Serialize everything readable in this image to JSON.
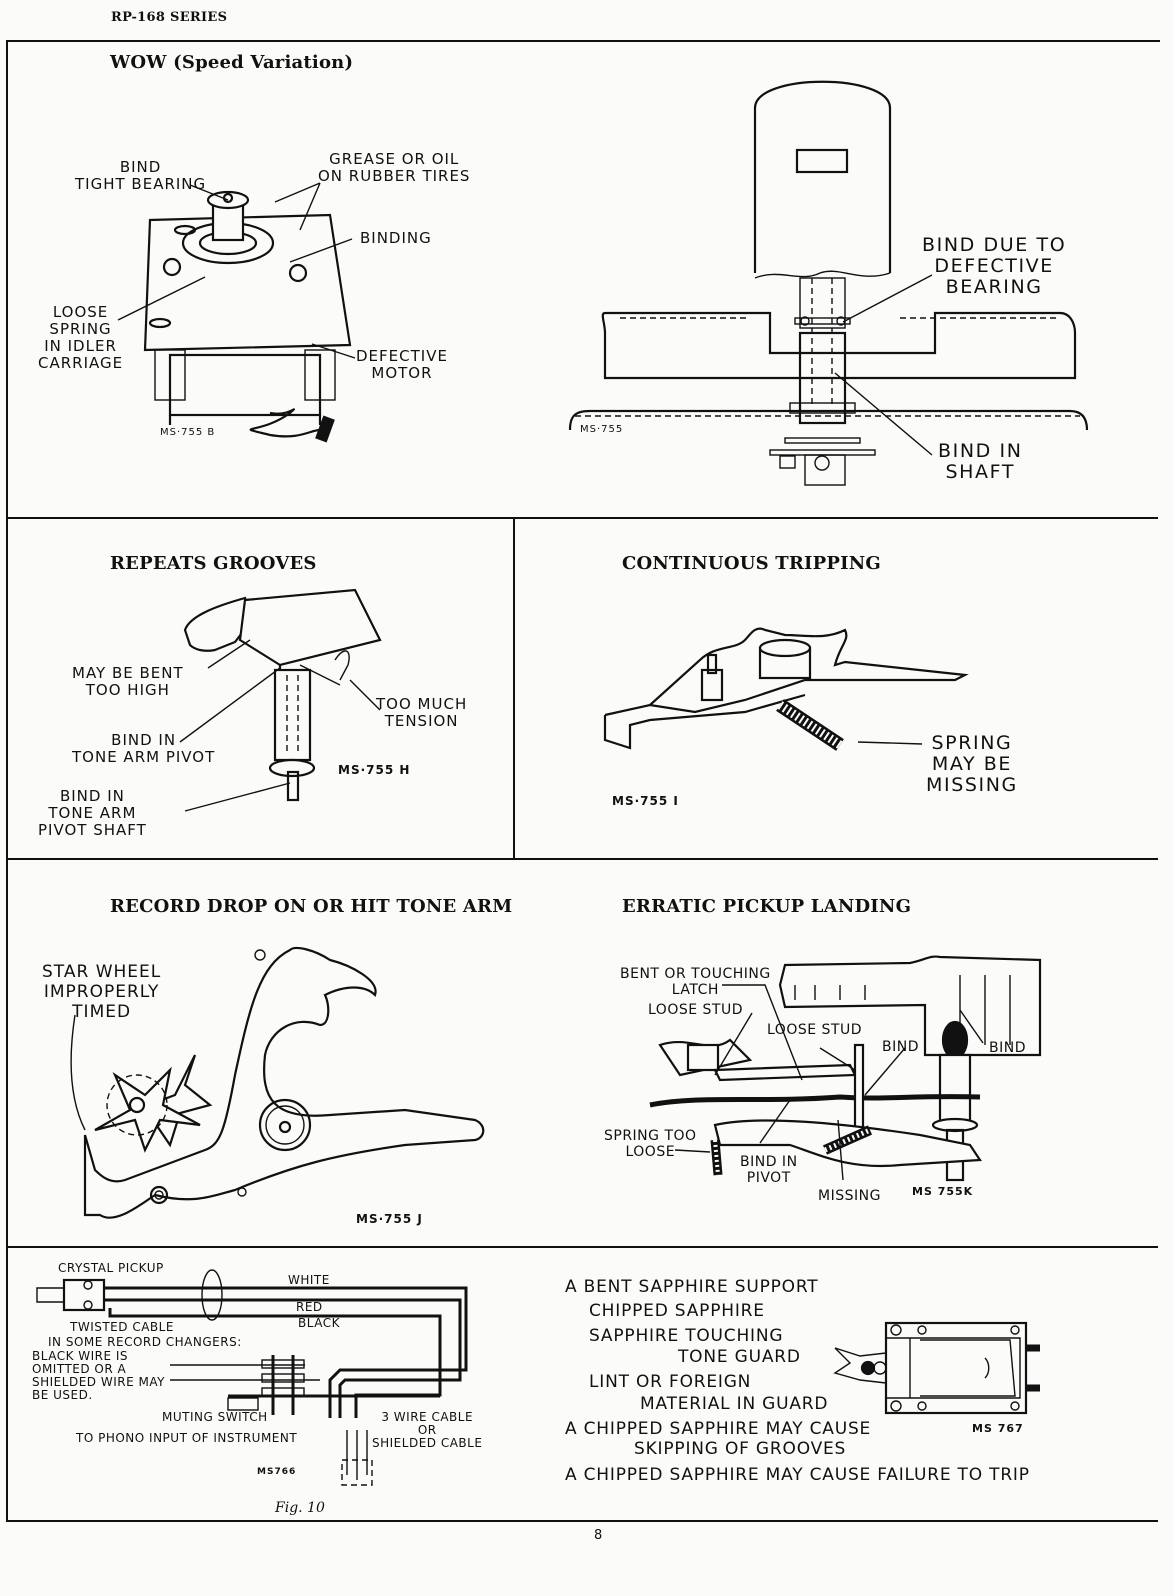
{
  "header": {
    "series": "RP-168 SERIES"
  },
  "panels": {
    "wow": {
      "title": "WOW (Speed Variation)",
      "left_figure": {
        "labels": {
          "bind_tight_bearing": "BIND\nTIGHT BEARING",
          "grease_oil": "GREASE OR OIL\nON RUBBER TIRES",
          "binding": "BINDING",
          "loose_spring": "LOOSE\nSPRING\nIN IDLER\nCARRIAGE",
          "defective_motor": "DEFECTIVE\nMOTOR"
        },
        "code": "MS·755 B"
      },
      "right_figure": {
        "labels": {
          "bind_bearing": "BIND DUE TO\nDEFECTIVE\nBEARING",
          "bind_shaft": "BIND IN\nSHAFT"
        },
        "code": "MS·755"
      }
    },
    "repeats": {
      "title": "REPEATS GROOVES",
      "labels": {
        "bent_high": "MAY BE BENT\nTOO HIGH",
        "too_much_tension": "TOO MUCH\nTENSION",
        "bind_pivot": "BIND IN\nTONE ARM PIVOT",
        "bind_pivot_shaft": "BIND IN\nTONE ARM\nPIVOT SHAFT"
      },
      "code": "MS·755 H"
    },
    "tripping": {
      "title": "CONTINUOUS TRIPPING",
      "labels": {
        "spring_missing": "SPRING\nMAY BE\nMISSING"
      },
      "code": "MS·755 I"
    },
    "record_drop": {
      "title": "RECORD DROP ON OR HIT TONE ARM",
      "labels": {
        "star_wheel": "STAR WHEEL\nIMPROPERLY\nTIMED"
      },
      "code": "MS·755 J"
    },
    "erratic": {
      "title": "ERRATIC PICKUP LANDING",
      "labels": {
        "bent_latch": "BENT OR TOUCHING\nLATCH",
        "loose_stud_1": "LOOSE STUD",
        "loose_stud_2": "LOOSE STUD",
        "bind_1": "BIND",
        "bind_2": "BIND",
        "spring_loose": "SPRING TOO\nLOOSE",
        "bind_pivot": "BIND IN\nPIVOT",
        "missing": "MISSING"
      },
      "code": "MS 755K"
    },
    "wiring": {
      "labels": {
        "crystal_pickup": "CRYSTAL PICKUP",
        "white": "WHITE",
        "red": "RED",
        "black": "BLACK",
        "twisted_cable": "TWISTED CABLE",
        "some_changers": "IN SOME RECORD CHANGERS:",
        "black_omitted": "BLACK WIRE IS\nOMITTED OR A\nSHIELDED WIRE MAY\nBE USED.",
        "muting_switch": "MUTING SWITCH",
        "phono_input": "TO PHONO INPUT OF INSTRUMENT",
        "three_wire": "3 WIRE CABLE\nOR\nSHIELDED CABLE"
      },
      "code": "MS766",
      "figure_caption": "Fig. 10"
    },
    "sapphire": {
      "lines": [
        "A BENT SAPPHIRE SUPPORT",
        "CHIPPED SAPPHIRE",
        "SAPPHIRE TOUCHING",
        "TONE GUARD",
        "LINT OR FOREIGN",
        "MATERIAL IN GUARD",
        "A CHIPPED SAPPHIRE MAY CAUSE",
        "SKIPPING OF GROOVES",
        "A CHIPPED SAPPHIRE MAY CAUSE FAILURE TO TRIP"
      ],
      "code": "MS 767"
    }
  },
  "footer": {
    "page_number": "8"
  }
}
